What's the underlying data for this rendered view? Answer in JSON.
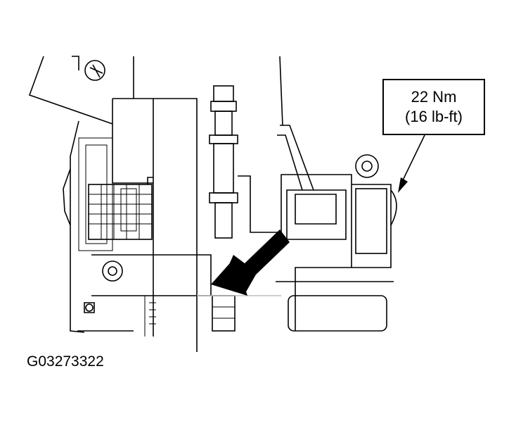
{
  "callout": {
    "line1": "22 Nm",
    "line2": "(16 lb-ft)"
  },
  "figure_id": "G03273322",
  "colors": {
    "ink": "#000000",
    "background": "#ffffff"
  }
}
